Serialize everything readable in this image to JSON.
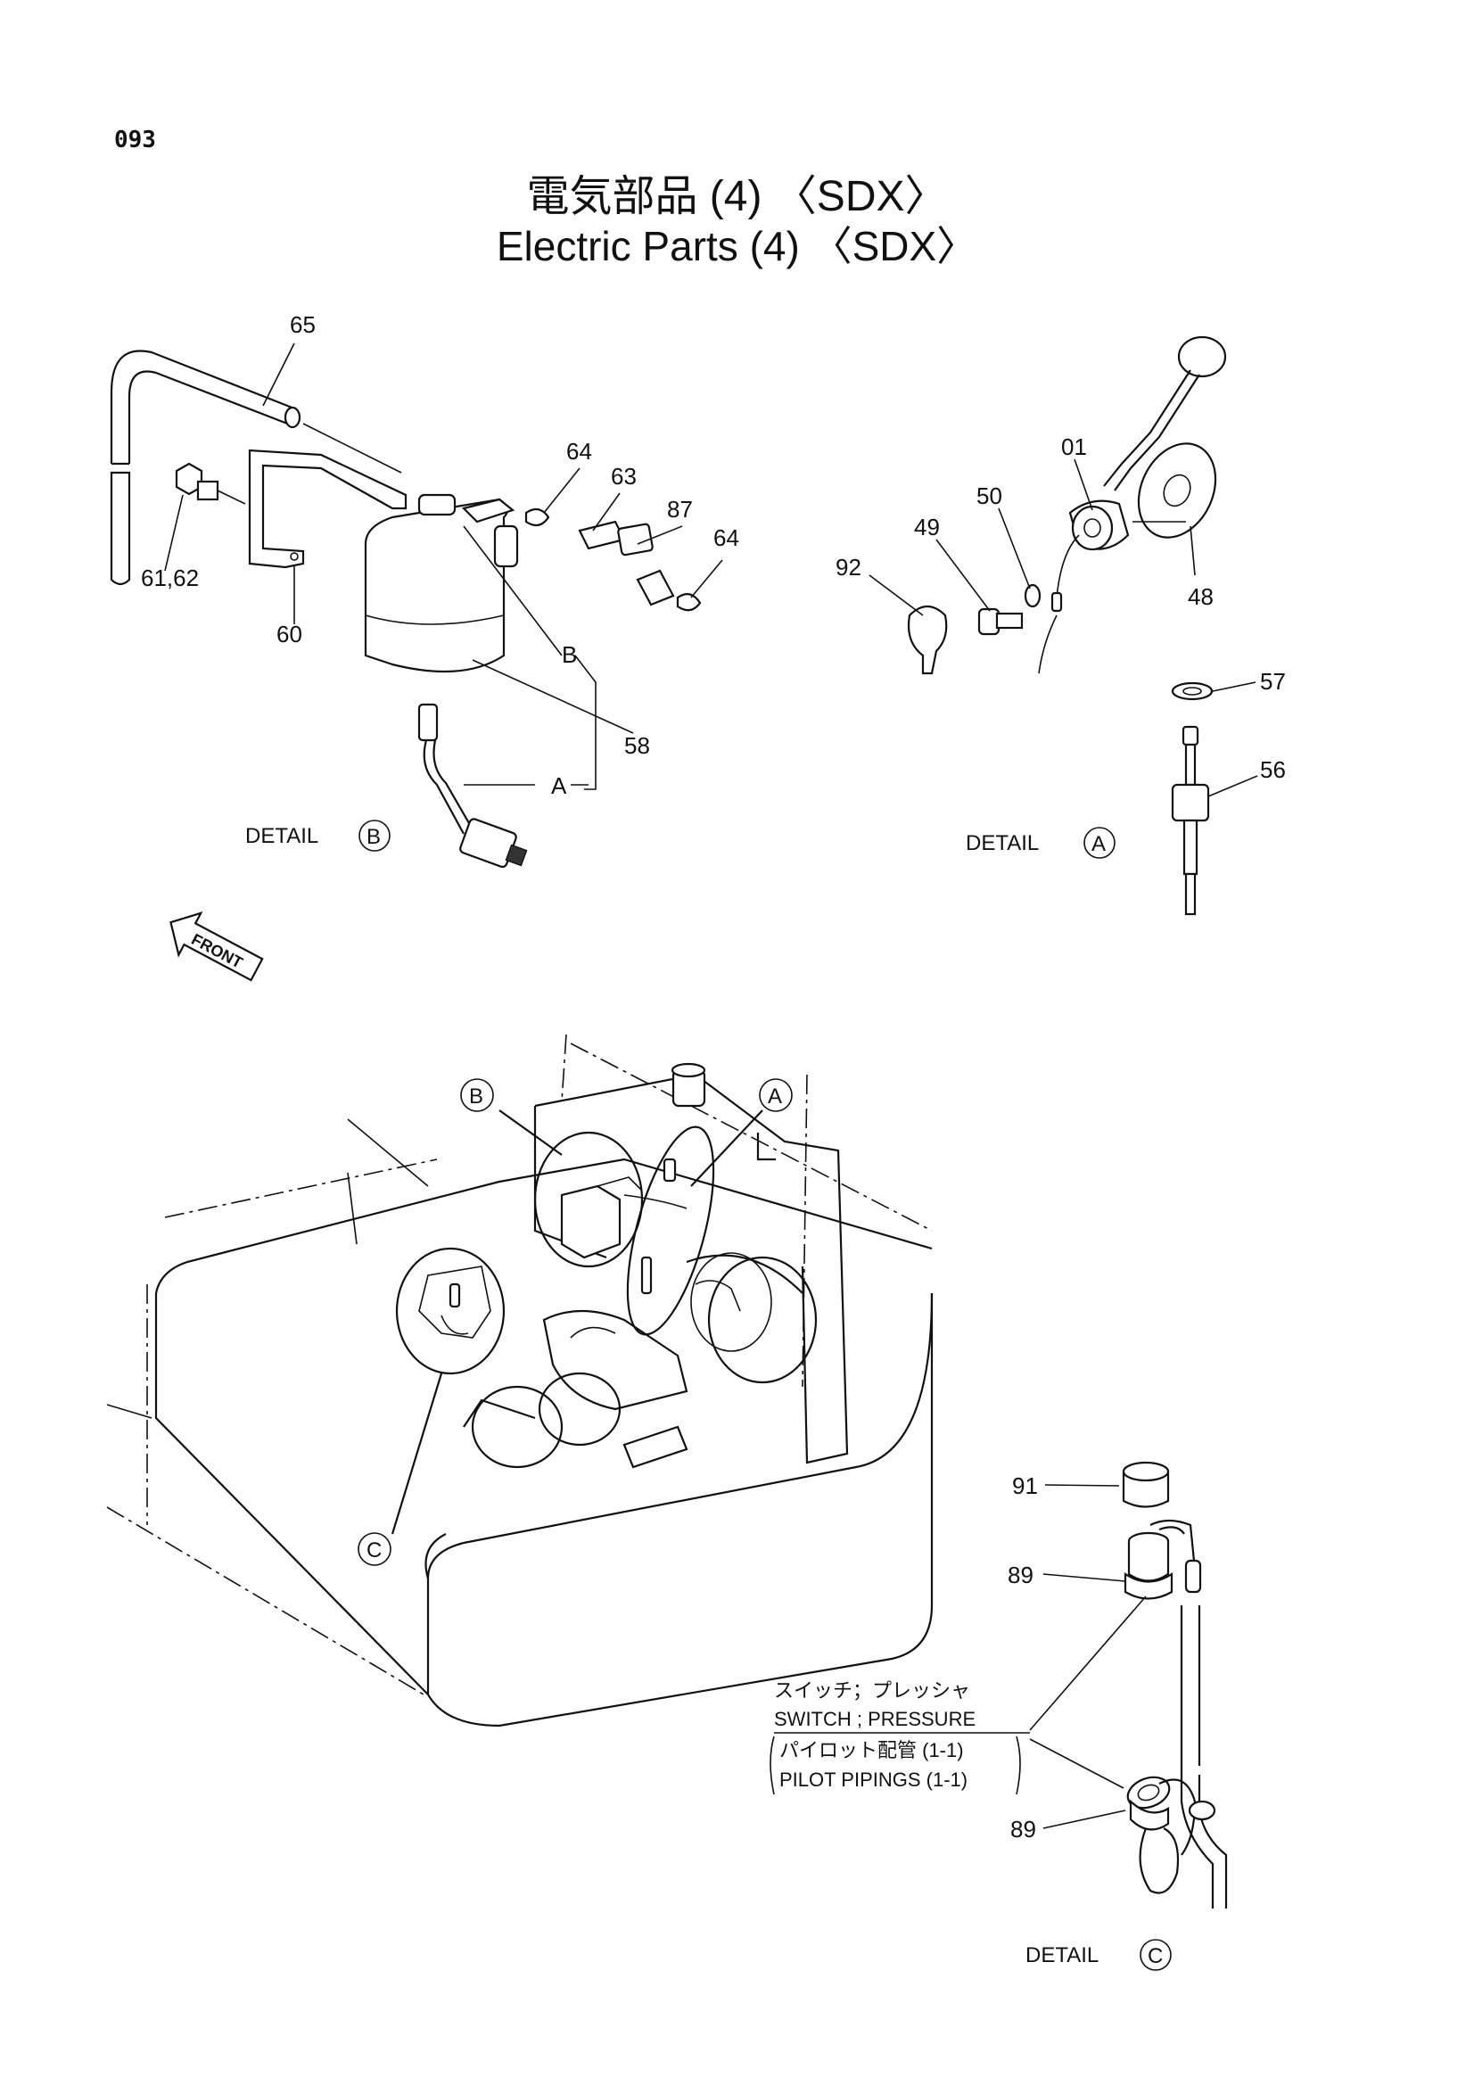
{
  "page_number": "093",
  "title_jp": "電気部品 (4) 〈SDX〉",
  "title_en": "Electric Parts (4) 〈SDX〉",
  "callouts": {
    "c65": "65",
    "c6162": "61,62",
    "c60": "60",
    "c64a": "64",
    "c63": "63",
    "c87": "87",
    "c64b": "64",
    "cB": "B",
    "c58": "58",
    "cA": "A",
    "c01": "01",
    "c50": "50",
    "c49": "49",
    "c92": "92",
    "c48": "48",
    "c57": "57",
    "c56": "56",
    "c91": "91",
    "c89a": "89",
    "c89b": "89"
  },
  "details": {
    "b_label": "DETAIL",
    "b_circle": "B",
    "a_label": "DETAIL",
    "a_circle": "A",
    "c_label": "DETAIL",
    "c_circle": "C"
  },
  "main_view": {
    "circle_b": "B",
    "circle_a": "A",
    "circle_c": "C"
  },
  "front_arrow": "FRONT",
  "note": {
    "line1": "スイッチ；プレッシャ",
    "line2": "SWITCH ; PRESSURE",
    "line3": "パイロット配管 (1-1)",
    "line4": "PILOT PIPINGS (1-1)"
  }
}
